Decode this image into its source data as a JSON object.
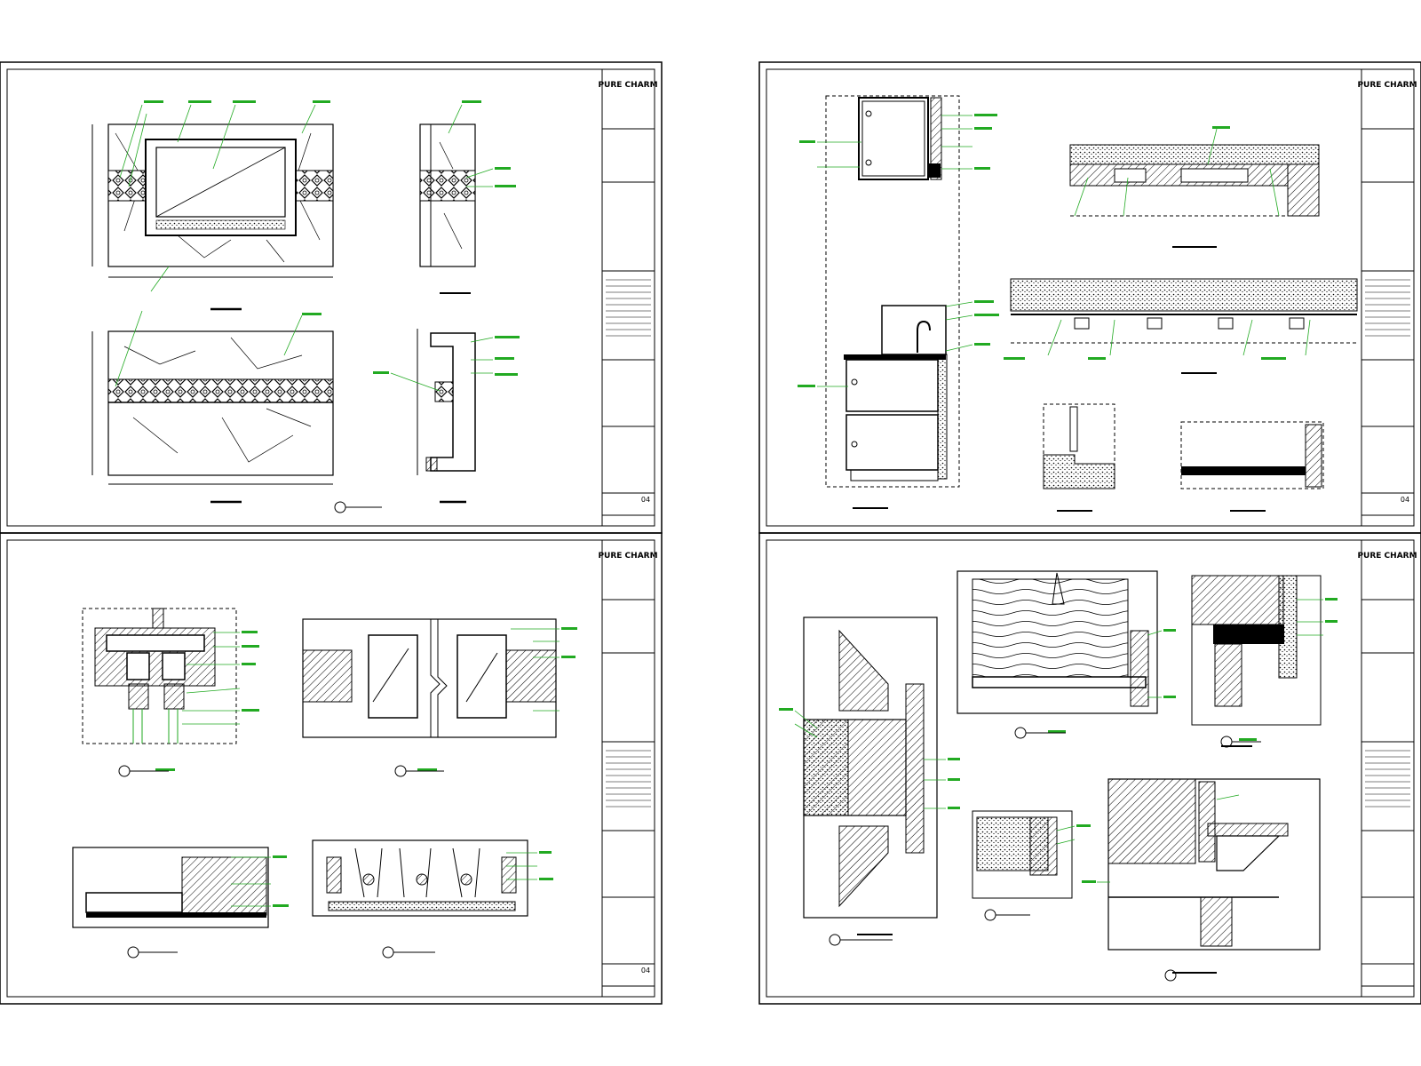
{
  "sheets": [
    {
      "id": "top-left",
      "title_block": {
        "logo": "PURE CHARM",
        "sheet_number": "04"
      }
    },
    {
      "id": "top-right",
      "title_block": {
        "logo": "PURE CHARM",
        "sheet_number": "04"
      }
    },
    {
      "id": "bottom-left",
      "title_block": {
        "logo": "PURE CHARM",
        "sheet_number": "04"
      }
    },
    {
      "id": "bottom-right",
      "title_block": {
        "logo": "PURE CHARM",
        "sheet_number": ""
      }
    }
  ],
  "colors": {
    "linework": "#000000",
    "annotation": "#22aa22",
    "background": "#ffffff"
  }
}
